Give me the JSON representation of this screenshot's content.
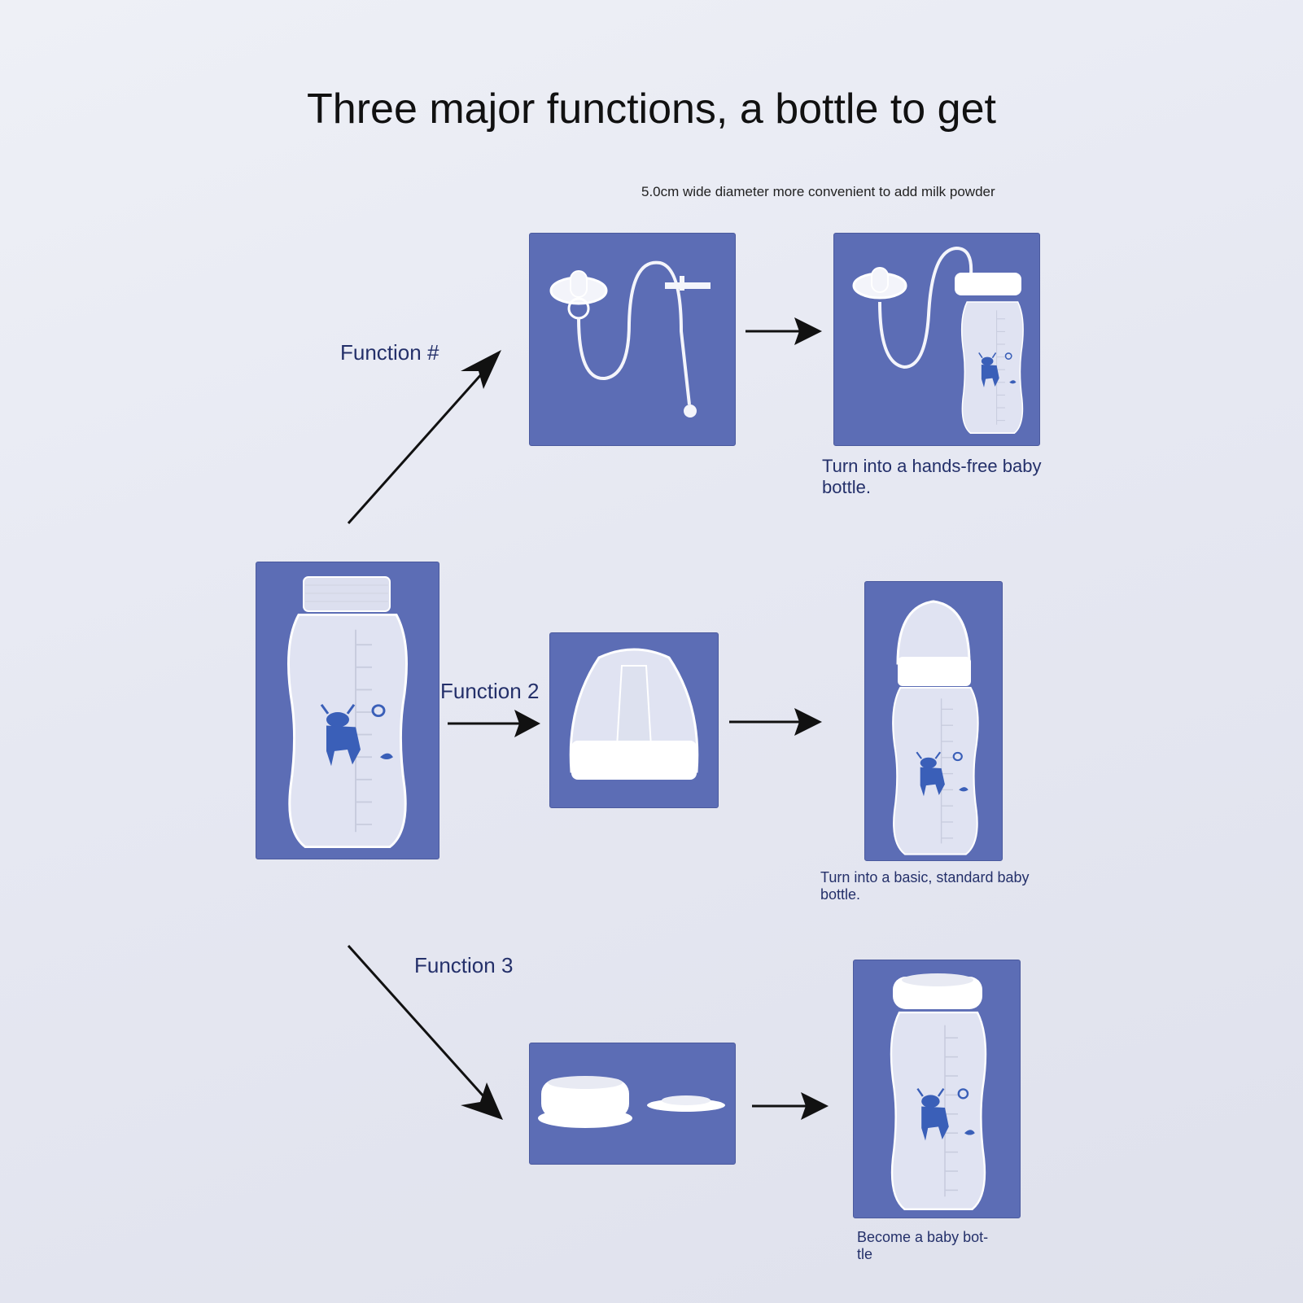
{
  "title": "Three major functions, a bottle to get",
  "note": "5.0cm wide diameter more convenient to add milk powder",
  "functions": [
    {
      "label": "Function #",
      "caption": "Turn into a hands-free baby bottle."
    },
    {
      "label": "Function 2",
      "caption": "Turn into a basic, standard baby bottle."
    },
    {
      "label": "Function 3",
      "caption": "Become a baby bot-tle"
    }
  ],
  "colors": {
    "panel": "#5c6db5",
    "label": "#24306a",
    "deer": "#3a5fb8"
  }
}
